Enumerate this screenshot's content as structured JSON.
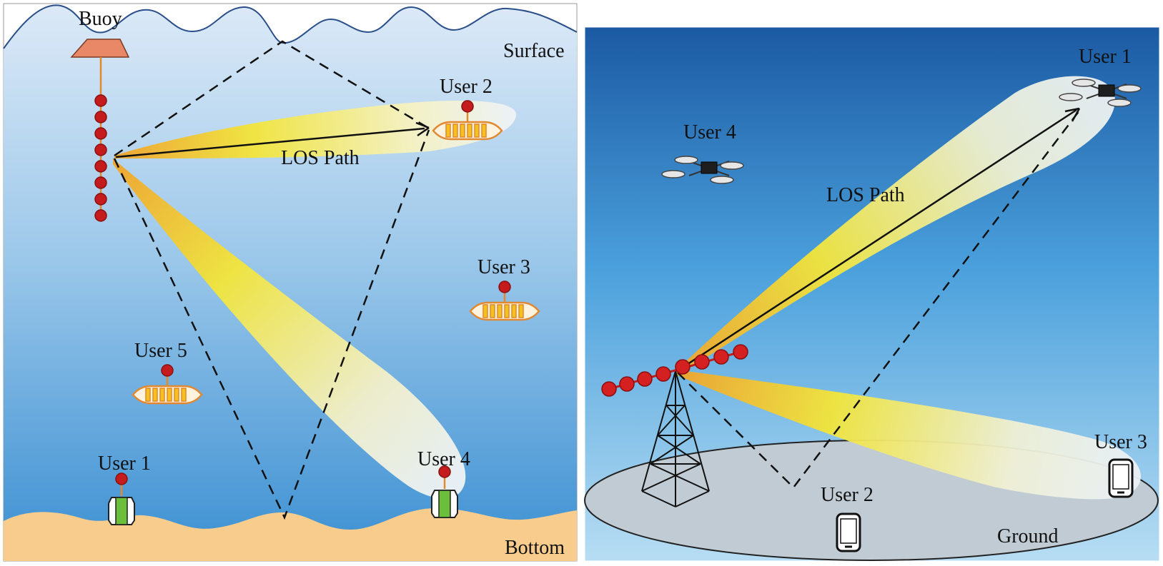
{
  "underwater_panel": {
    "buoy_label": "Buoy",
    "surface_label": "Surface",
    "bottom_label": "Bottom",
    "los_label": "LOS Path",
    "user_labels": {
      "user1": "User 1",
      "user2": "User 2",
      "user3": "User 3",
      "user4": "User 4",
      "user5": "User 5"
    }
  },
  "terrestrial_panel": {
    "los_label": "LOS Path",
    "ground_label": "Ground",
    "user_labels": {
      "user1": "User 1",
      "user2": "User 2",
      "user3": "User 3",
      "user4": "User 4"
    }
  },
  "colors": {
    "water_top": "#d6e6f6",
    "water_bottom": "#3c8fd1",
    "sky_top": "#1c5ea6",
    "sky_bottom": "#aed8f1",
    "sand": "#f7cb8b",
    "ground": "#c1cbd3",
    "beam": "#f1e33c",
    "node": "#c41c1c",
    "buoy": "#e98866"
  }
}
